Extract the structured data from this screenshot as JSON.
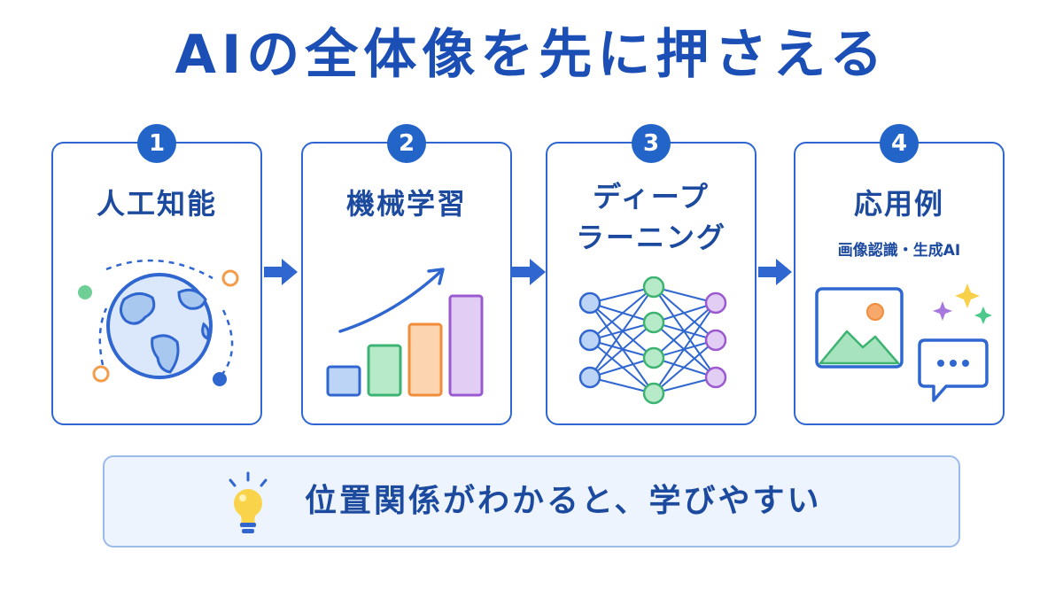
{
  "title": "AIの全体像を先に押さえる",
  "steps": [
    {
      "number": "1",
      "title": "人工知能"
    },
    {
      "number": "2",
      "title": "機械学習"
    },
    {
      "number": "3",
      "title_line1": "ディープ",
      "title_line2": "ラーニング"
    },
    {
      "number": "4",
      "title": "応用例",
      "subtitle": "画像認識・生成AI"
    }
  ],
  "tip": "位置関係がわかると、学びやすい",
  "icons": [
    "globe-icon",
    "bar-chart-growth-icon",
    "neural-network-icon",
    "image-icon",
    "sparkle-icon",
    "chat-bubble-icon",
    "lightbulb-icon",
    "arrow-right-icon"
  ],
  "colors": {
    "primary": "#2364c8",
    "title": "#1b4fb5",
    "tip_background": "#eef4fd"
  }
}
